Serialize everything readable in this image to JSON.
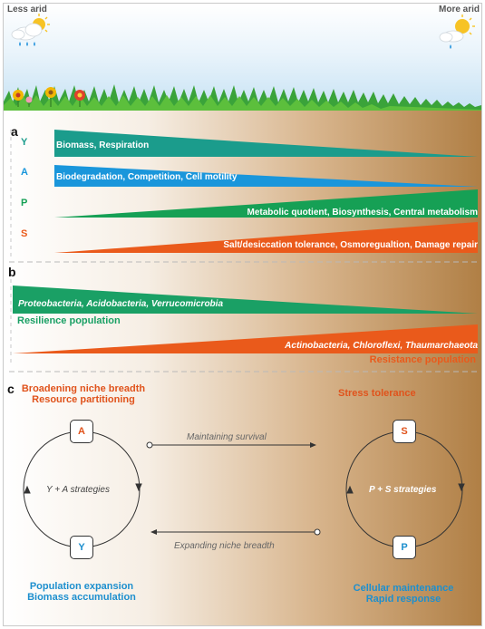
{
  "header": {
    "less_arid": "Less arid",
    "more_arid": "More arid"
  },
  "panel_a": {
    "letter": "a",
    "rows": [
      {
        "letter": "Y",
        "text": "Biomass, Respiration",
        "color": "#1b9c8c"
      },
      {
        "letter": "A",
        "text": "Biodegradation, Competition, Cell motility",
        "color": "#1a96db"
      },
      {
        "letter": "P",
        "text": "Metabolic quotient, Biosynthesis, Central metabolism",
        "color": "#16a055"
      },
      {
        "letter": "S",
        "text": "Salt/desiccation tolerance, Osmoregualtion, Damage repair",
        "color": "#ea5a1b"
      }
    ]
  },
  "panel_b": {
    "letter": "b",
    "resilience": {
      "taxa": "Proteobacteria, Acidobacteria, Verrucomicrobia",
      "label": "Resilience population",
      "color": "#1aa065"
    },
    "resistance": {
      "taxa": "Actinobacteria, Chloroflexi, Thaumarchaeota",
      "label": "Resistance population",
      "color": "#ea5a1b"
    }
  },
  "panel_c": {
    "letter": "c",
    "left_heading": [
      "Broadening niche breadth",
      "Resource partitioning"
    ],
    "right_heading": "Stress tolerance",
    "left_cycle": {
      "top": "A",
      "bottom": "Y",
      "center": "Y + A strategies"
    },
    "right_cycle": {
      "top": "S",
      "bottom": "P",
      "center": "P + S strategies"
    },
    "arrow_right": "Maintaining survival",
    "arrow_left": "Expanding niche breadth",
    "left_footer": [
      "Population expansion",
      "Biomass accumulation"
    ],
    "right_footer": [
      "Cellular maintenance",
      "Rapid response"
    ]
  },
  "colors": {
    "teal": "#1b9c8c",
    "blue": "#1a96db",
    "green": "#16a055",
    "orange": "#ea5a1b",
    "label_orange": "#e0531c",
    "label_blue": "#1d8fce"
  }
}
